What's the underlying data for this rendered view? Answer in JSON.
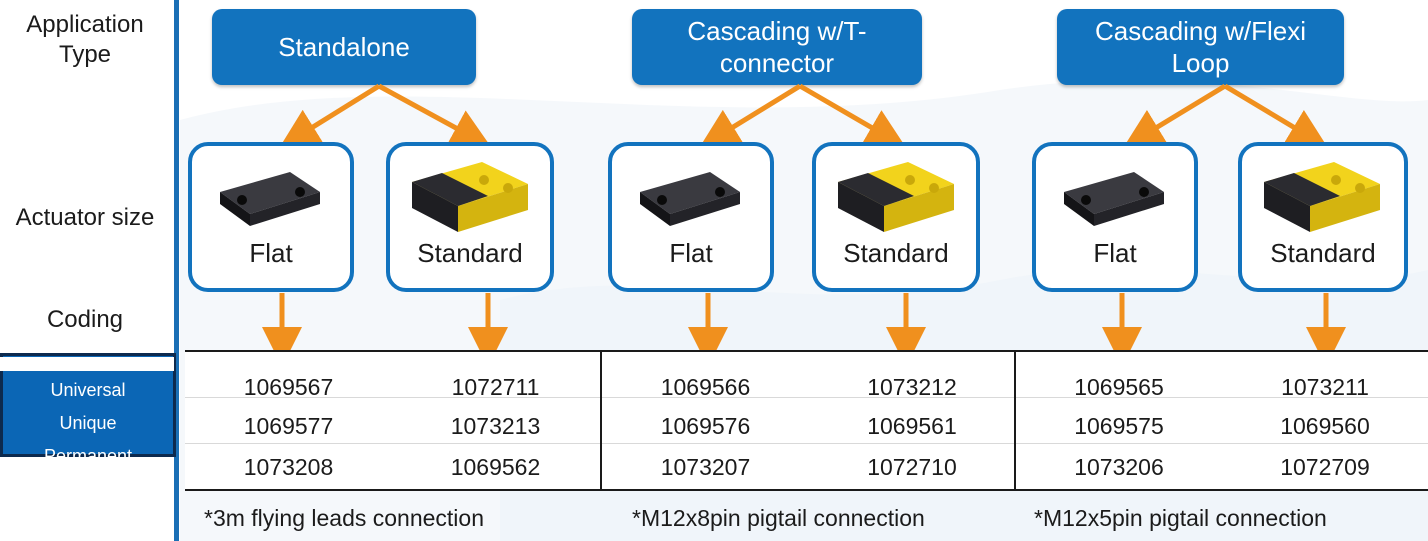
{
  "labels": {
    "application_type": "Application Type",
    "actuator_size": "Actuator size",
    "coding": "Coding"
  },
  "headers": [
    "Standalone",
    "Cascading w/T-connector",
    "Cascading w/Flexi Loop"
  ],
  "actuators": [
    "Flat",
    "Standard",
    "Flat",
    "Standard",
    "Flat",
    "Standard"
  ],
  "row_labels": [
    "Universal",
    "Unique",
    "Permanent"
  ],
  "table": [
    [
      "1069567",
      "1072711",
      "1069566",
      "1073212",
      "1069565",
      "1073211"
    ],
    [
      "1069577",
      "1073213",
      "1069576",
      "1069561",
      "1069575",
      "1069560"
    ],
    [
      "1073208",
      "1069562",
      "1073207",
      "1072710",
      "1073206",
      "1072709"
    ]
  ],
  "notes": [
    "*3m flying leads connection",
    "*M12x8pin pigtail connection",
    "*M12x5pin pigtail connection"
  ],
  "colors": {
    "accent_blue": "#1273be",
    "arrow_orange": "#f0901e",
    "actuator_yellow": "#f2d31c",
    "actuator_black": "#1e1e22"
  }
}
